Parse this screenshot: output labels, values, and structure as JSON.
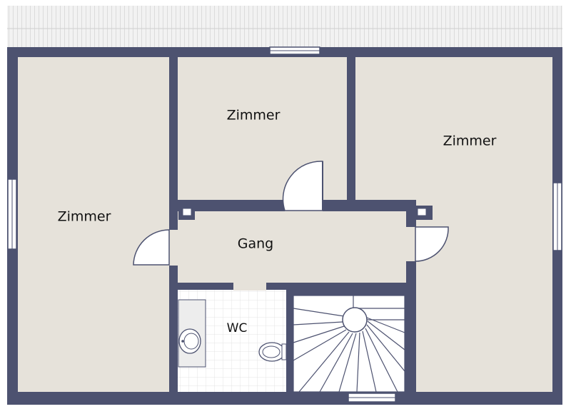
{
  "colors": {
    "wall": "#4d5270",
    "floor": "#e6e2da",
    "tile": "#ffffff",
    "tile_grid": "#dcdcdc",
    "fixture": "#ededed",
    "stroke": "#4d5270",
    "roof_edge": "#c9c9c9"
  },
  "rooms": {
    "left": "Zimmer",
    "top_middle": "Zimmer",
    "right": "Zimmer",
    "corridor": "Gang",
    "wc": "WC"
  },
  "icons": [
    "roof-edge",
    "window",
    "door-swing",
    "toilet",
    "sink",
    "spiral-staircase",
    "chimney-shaft"
  ]
}
